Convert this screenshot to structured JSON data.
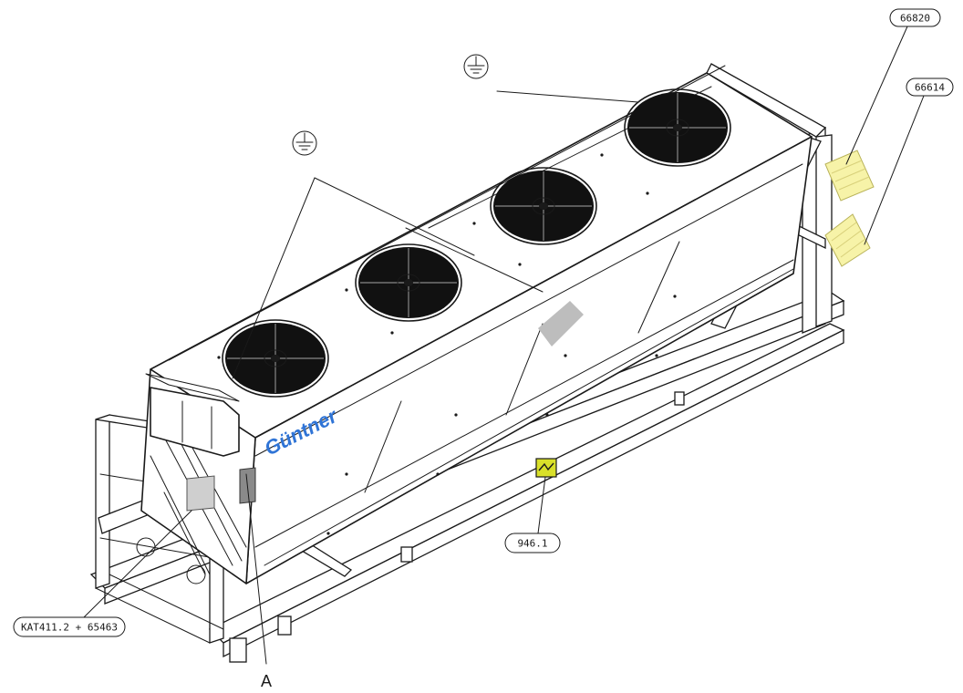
{
  "labels": {
    "part_66820": "66820",
    "part_66614": "66614",
    "part_946": "946.1",
    "part_kat": "KAT411.2 + 65463",
    "detail_a": "A",
    "brand": "Güntner"
  },
  "colors": {
    "brand_blue": "#2f74d6",
    "label_yellow": "#f7f3a8",
    "warning_sticker": "#d9e02a",
    "fan_black": "#111111"
  },
  "icons": [
    "ground-symbol-icon",
    "ground-symbol-icon"
  ]
}
